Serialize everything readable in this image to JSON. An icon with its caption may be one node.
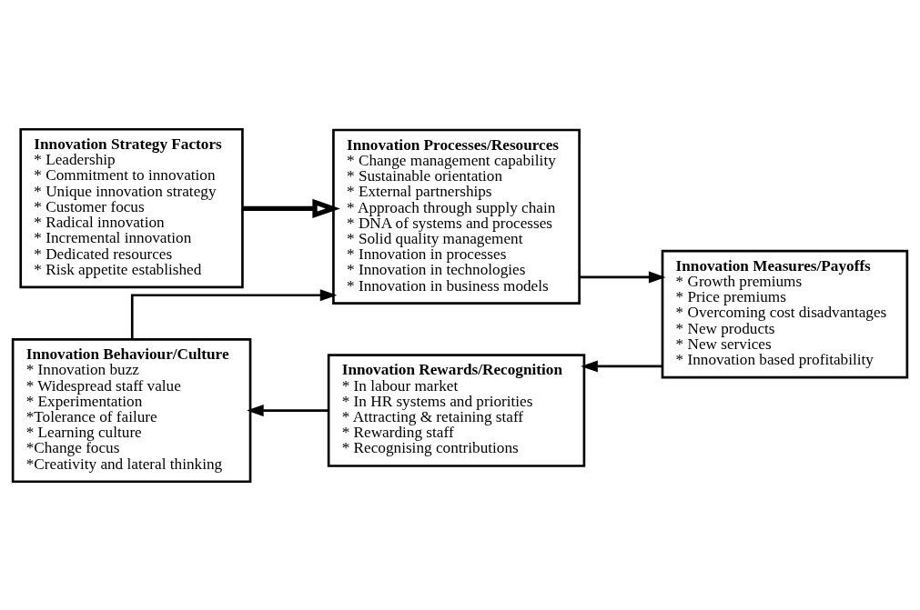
{
  "diagram": {
    "nodes": [
      {
        "text": [
          "Innovation Strategy Factors",
          "* Leadership",
          "* Commitment to innovation",
          "* Unique innovation strategy",
          "* Customer focus",
          "* Radical innovation",
          "* Incremental innovation",
          "* Dedicated resources",
          "* Risk appetite established"
        ]
      },
      {
        "text": [
          "Innovation Processes/Resources",
          "* Change management capability",
          "* Sustainable orientation",
          "* External partnerships",
          "* Approach through supply chain",
          "* DNA of systems and processes",
          "* Solid quality management",
          "* Innovation in processes",
          "* Innovation in technologies",
          "* Innovation in business models"
        ]
      },
      {
        "text": [
          "Innovation Measures/Payoffs",
          "* Growth premiums",
          "* Price premiums",
          "* Overcoming cost disadvantages",
          "* New products",
          "* New services",
          "* Innovation based profitability"
        ]
      },
      {
        "text": [
          "Innovation Rewards/Recognition",
          "* In labour market",
          "* In HR systems and priorities",
          "* Attracting & retaining staff",
          "* Rewarding staff",
          "* Recognising contributions"
        ]
      },
      {
        "text": [
          "Innovation Behaviour/Culture",
          "* Innovation buzz",
          "* Widespread staff value",
          "* Experimentation",
          "*Tolerance of failure",
          "* Learning culture",
          "*Change focus",
          "*Creativity and lateral thinking"
        ]
      }
    ],
    "edges": [
      {
        "from": 0,
        "to": 1,
        "arrow": "to",
        "style": "thick"
      },
      {
        "from": 1,
        "to": 2,
        "arrow": "to"
      },
      {
        "from": 2,
        "to": 3,
        "arrow": "to"
      },
      {
        "from": 3,
        "to": 4,
        "arrow": "to"
      },
      {
        "from": 4,
        "to": 1,
        "arrow": "to"
      }
    ]
  }
}
